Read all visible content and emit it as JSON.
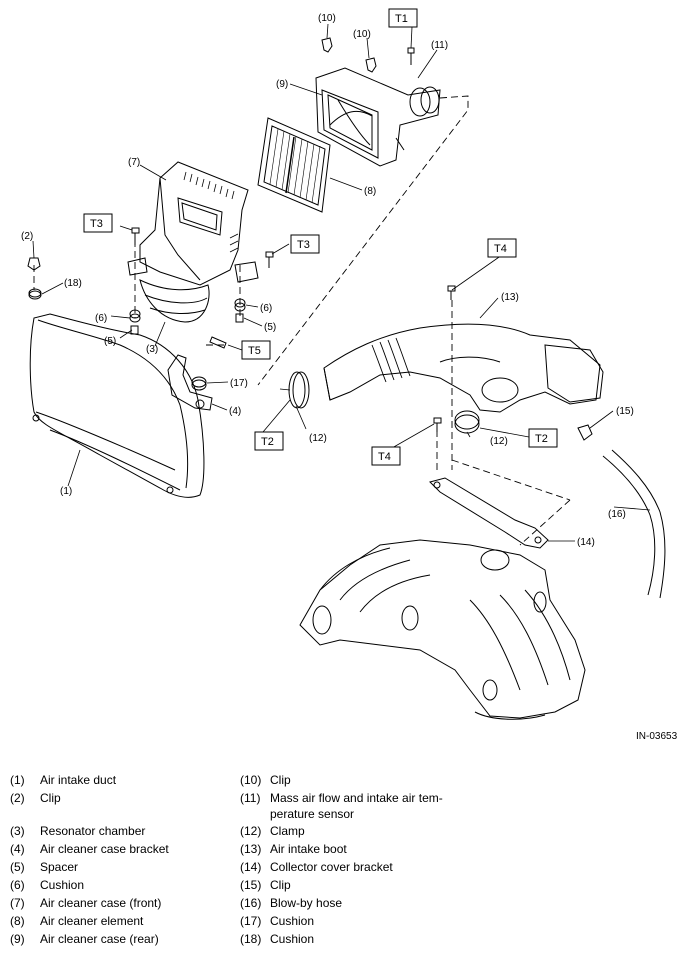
{
  "figure_id": "IN-03653",
  "torque_tags": {
    "t1": "T1",
    "t2a": "T2",
    "t2b": "T2",
    "t3a": "T3",
    "t3b": "T3",
    "t4a": "T4",
    "t4b": "T4",
    "t5": "T5"
  },
  "callouts": {
    "c1": "(1)",
    "c2": "(2)",
    "c3": "(3)",
    "c4": "(4)",
    "c5a": "(5)",
    "c5b": "(5)",
    "c6a": "(6)",
    "c6b": "(6)",
    "c7": "(7)",
    "c8": "(8)",
    "c9": "(9)",
    "c10a": "(10)",
    "c10b": "(10)",
    "c11": "(11)",
    "c12a": "(12)",
    "c12b": "(12)",
    "c13": "(13)",
    "c14": "(14)",
    "c15": "(15)",
    "c16": "(16)",
    "c17": "(17)",
    "c18": "(18)"
  },
  "legend_left": [
    {
      "num": "(1)",
      "text": "Air intake duct"
    },
    {
      "num": "(2)",
      "text": "Clip"
    },
    {
      "num": "(3)",
      "text": "Resonator chamber"
    },
    {
      "num": "(4)",
      "text": "Air cleaner case bracket"
    },
    {
      "num": "(5)",
      "text": "Spacer"
    },
    {
      "num": "(6)",
      "text": "Cushion"
    },
    {
      "num": "(7)",
      "text": "Air cleaner case (front)"
    },
    {
      "num": "(8)",
      "text": "Air cleaner element"
    },
    {
      "num": "(9)",
      "text": "Air cleaner case (rear)"
    }
  ],
  "legend_right": [
    {
      "num": "(10)",
      "text": "Clip"
    },
    {
      "num": "(11)",
      "text": "Mass air flow and intake air tem-perature sensor"
    },
    {
      "num": "(12)",
      "text": "Clamp"
    },
    {
      "num": "(13)",
      "text": "Air intake boot"
    },
    {
      "num": "(14)",
      "text": "Collector cover bracket"
    },
    {
      "num": "(15)",
      "text": "Clip"
    },
    {
      "num": "(16)",
      "text": "Blow-by hose"
    },
    {
      "num": "(17)",
      "text": "Cushion"
    },
    {
      "num": "(18)",
      "text": "Cushion"
    }
  ]
}
